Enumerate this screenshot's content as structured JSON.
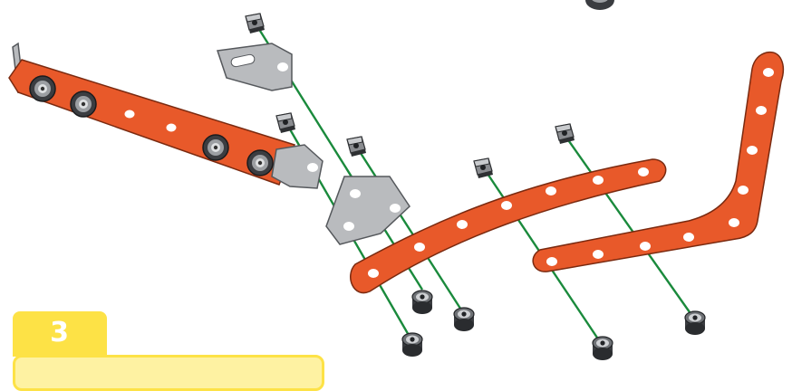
{
  "step": {
    "number": "3"
  },
  "colors": {
    "strip": "#e8592a",
    "strip_edge": "#7a2a10",
    "bracket": "#b9bbbe",
    "bracket_edge": "#55585c",
    "guide_line": "#1a8a3c",
    "step_yellow": "#fde246",
    "step_panel": "#fef2a2"
  },
  "parts": {
    "strips": [
      "long-straight-strip",
      "curved-strip",
      "angled-triangle-strip"
    ],
    "brackets": [
      "slotted-angle-bracket",
      "triangle-bracket",
      "end-angle-bracket"
    ],
    "hardware": [
      "square-nut",
      "socket-bolt"
    ]
  }
}
